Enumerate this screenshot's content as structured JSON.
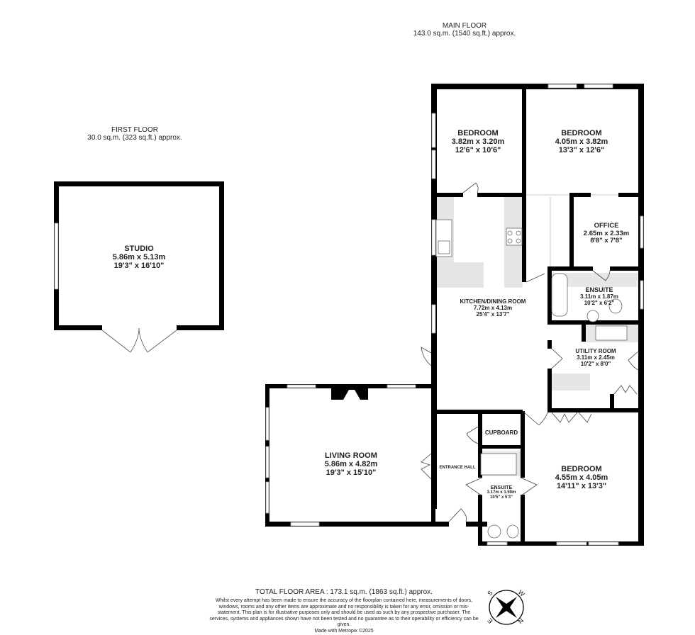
{
  "floors": {
    "main": {
      "title": "MAIN FLOOR",
      "area": "143.0 sq.m. (1540 sq.ft.) approx."
    },
    "first": {
      "title": "FIRST FLOOR",
      "area": "30.0 sq.m. (323 sq.ft.) approx."
    }
  },
  "rooms": {
    "studio": {
      "name": "STUDIO",
      "metric": "5.86m  x 5.13m",
      "imperial": "19'3\"  x 16'10\""
    },
    "bedroom1": {
      "name": "BEDROOM",
      "metric": "3.82m  x 3.20m",
      "imperial": "12'6\"  x 10'6\""
    },
    "bedroom2": {
      "name": "BEDROOM",
      "metric": "4.05m  x 3.82m",
      "imperial": "13'3\"  x 12'6\""
    },
    "office": {
      "name": "OFFICE",
      "metric": "2.65m  x 2.33m",
      "imperial": "8'8\"  x 7'8\""
    },
    "ensuite1": {
      "name": "ENSUITE",
      "metric": "3.11m  x 1.87m",
      "imperial": "10'2\"  x 6'2\""
    },
    "kitchen": {
      "name": "KITCHEN/DINING ROOM",
      "metric": "7.72m  x 4.13m",
      "imperial": "25'4\"  x 13'7\""
    },
    "utility": {
      "name": "UTILITY ROOM",
      "metric": "3.11m  x 2.45m",
      "imperial": "10'2\"  x 8'0\""
    },
    "living": {
      "name": "LIVING ROOM",
      "metric": "5.86m  x 4.82m",
      "imperial": "19'3\"  x 15'10\""
    },
    "cupboard": {
      "name": "CUPBOARD"
    },
    "entrance": {
      "name": "ENTRANCE HALL"
    },
    "ensuite2": {
      "name": "ENSUITE",
      "metric": "3.17m  x 1.59m",
      "imperial": "10'5\"  x 5'3\""
    },
    "bedroom3": {
      "name": "BEDROOM",
      "metric": "4.55m  x 4.05m",
      "imperial": "14'11\"  x 13'3\""
    }
  },
  "footer": {
    "total": "TOTAL FLOOR AREA : 173.1 sq.m. (1863 sq.ft.) approx.",
    "disclaimer": "Whilst every attempt has been made to ensure the accuracy of the floorplan contained here, measurements of doors, windows, rooms and any other items are approximate and no responsibility is taken for any error, omission or mis-statement. This plan is for illustrative purposes only and should be used as such by any prospective purchaser. The services, systems and appliances shown have not been tested and no guarantee as to their operability or efficiency can be given.",
    "credit": "Made with Metropix ©2025"
  },
  "compass": {
    "labels": [
      "S",
      "W",
      "E",
      "N"
    ]
  },
  "colors": {
    "wall": "#000000",
    "fitting": "#e6e6e6",
    "window": "#ffffff",
    "text": "#222222"
  }
}
